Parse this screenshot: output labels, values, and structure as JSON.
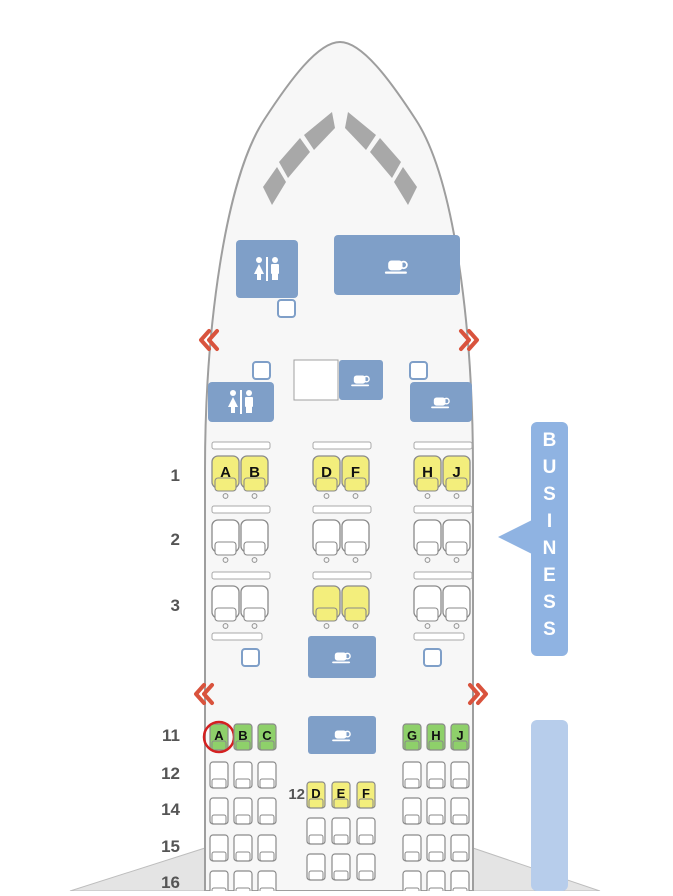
{
  "colors": {
    "fuselage_fill": "#f7f7f7",
    "fuselage_stroke": "#9e9e9e",
    "facility_blue": "#7f9fc8",
    "business_blue": "#8fb3e2",
    "seat_yellow": "#f3ee7c",
    "seat_green": "#8ed06a",
    "seat_plain": "#ffffff",
    "seat_outline": "#8a8a8a",
    "exit_red": "#d9533d",
    "selection_ring": "#d42020"
  },
  "icons": {
    "lavatory": "lavatory-icon",
    "galley": "galley-coffee-cup-icon",
    "exit": "exit-chevron-icon",
    "storage": "storage-box-icon"
  },
  "cabin": {
    "name": "BUSINESS",
    "letters": [
      "B",
      "U",
      "S",
      "I",
      "N",
      "E",
      "S",
      "S"
    ]
  },
  "business_rows": [
    {
      "number": "1",
      "left": [
        "A",
        "B"
      ],
      "center": [
        "D",
        "F"
      ],
      "right": [
        "H",
        "J"
      ],
      "left_status": "available",
      "center_status": "available",
      "right_status": "available"
    },
    {
      "number": "2",
      "left": [
        "",
        ""
      ],
      "center": [
        "",
        ""
      ],
      "right": [
        "",
        ""
      ],
      "left_status": "plain",
      "center_status": "plain",
      "right_status": "plain"
    },
    {
      "number": "3",
      "left": [
        "",
        ""
      ],
      "center": [
        "",
        ""
      ],
      "right": [
        "",
        ""
      ],
      "left_status": "plain",
      "center_status": "available",
      "right_status": "plain"
    }
  ],
  "economy_rows": [
    {
      "number": "11",
      "left": [
        "A",
        "B",
        "C"
      ],
      "right": [
        "G",
        "H",
        "J"
      ],
      "status": "green"
    },
    {
      "number": "12",
      "left": [
        "",
        "",
        ""
      ],
      "right": [
        "",
        "",
        ""
      ],
      "status": "plain"
    },
    {
      "number": "14",
      "left": [
        "",
        "",
        ""
      ],
      "right": [
        "",
        "",
        ""
      ],
      "status": "plain"
    },
    {
      "number": "15",
      "left": [
        "",
        "",
        ""
      ],
      "right": [
        "",
        "",
        ""
      ],
      "status": "plain"
    },
    {
      "number": "16",
      "left": [
        "",
        "",
        ""
      ],
      "right": [
        "",
        "",
        ""
      ],
      "status": "plain"
    }
  ],
  "center_block": {
    "row_number": "12",
    "seats": [
      "D",
      "E",
      "F"
    ]
  },
  "selected_seat": "11A"
}
